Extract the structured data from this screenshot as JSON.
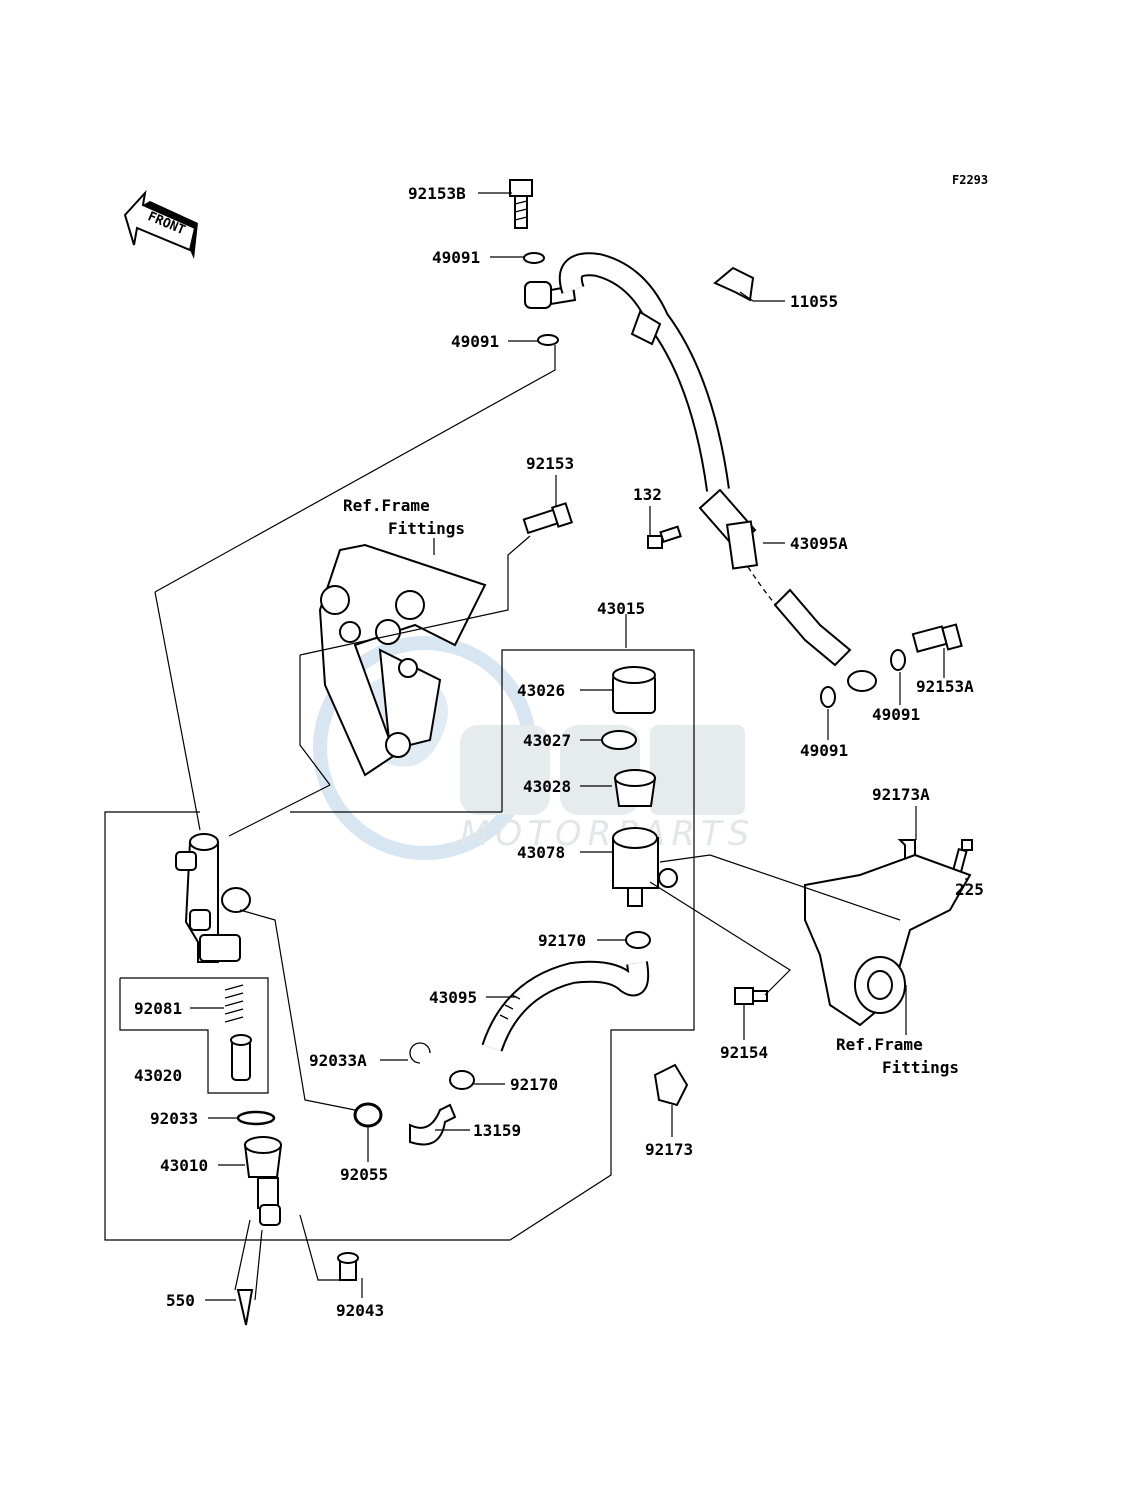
{
  "figure_code": "F2293",
  "front_label": "FRONT",
  "watermark": {
    "logo": "OEM",
    "text": "MOTORPARTS"
  },
  "references": [
    {
      "id": "ref-upper",
      "line1": "Ref.Frame",
      "line2": "Fittings"
    },
    {
      "id": "ref-lower",
      "line1": "Ref.Frame",
      "line2": "Fittings"
    }
  ],
  "labels": [
    "92153B",
    "49091",
    "49091",
    "11055",
    "92153",
    "132",
    "43095A",
    "43015",
    "43026",
    "43027",
    "43028",
    "43078",
    "92153A",
    "49091",
    "49091",
    "92173A",
    "225",
    "92170",
    "43095",
    "92154",
    "92081",
    "43020",
    "92033A",
    "92170",
    "92033",
    "13159",
    "92055",
    "43010",
    "92173",
    "550",
    "92043"
  ]
}
